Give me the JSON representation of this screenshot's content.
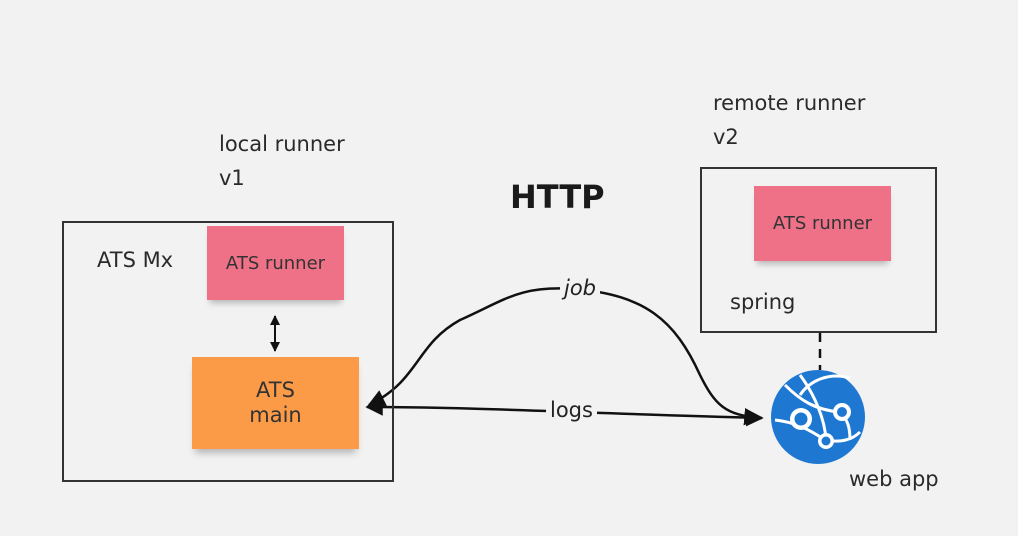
{
  "http_title": "HTTP",
  "local": {
    "heading_line1": "local runner",
    "heading_line2": "v1",
    "frame_label": "ATS Mx",
    "runner_note": "ATS runner",
    "main_note_line1": "ATS",
    "main_note_line2": "main"
  },
  "remote": {
    "heading_line1": "remote runner",
    "heading_line2": "v2",
    "runner_note": "ATS runner",
    "frame_label": "spring"
  },
  "webapp": {
    "label": "web app",
    "icon": "azure-web-app-icon",
    "icon_color": "#1e78d2"
  },
  "edges": {
    "job_label": "job",
    "logs_label": "logs"
  },
  "colors": {
    "background": "#f2f2f2",
    "sticky_pink": "#ee7188",
    "sticky_orange": "#fb9b48",
    "frame_border": "#333333"
  }
}
